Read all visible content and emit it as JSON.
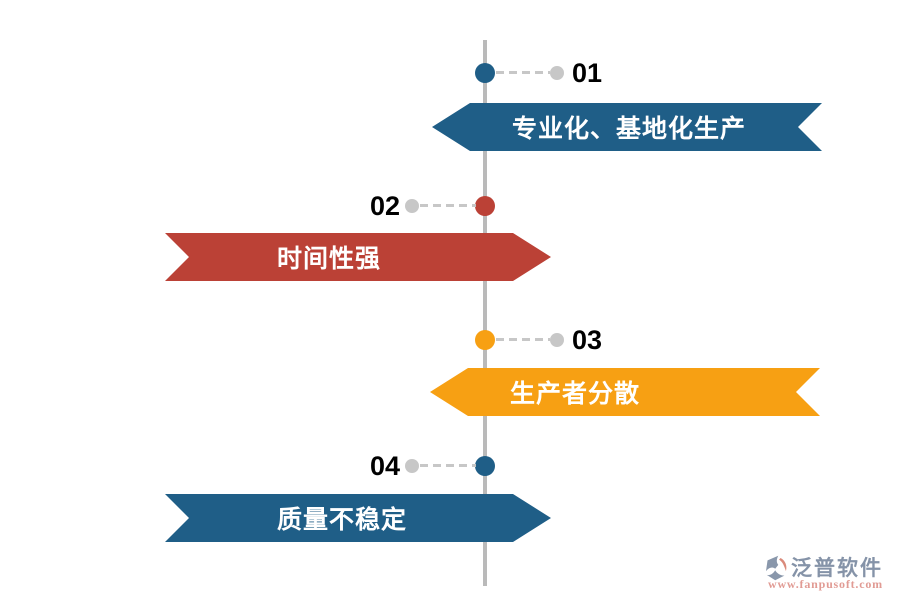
{
  "diagram": {
    "type": "vertical-timeline-infographic",
    "items": [
      {
        "number": "01",
        "label": "专业化、基地化生产",
        "side": "right",
        "color": "#1f5e87"
      },
      {
        "number": "02",
        "label": "时间性强",
        "side": "left",
        "color": "#bb4136"
      },
      {
        "number": "03",
        "label": "生产者分散",
        "side": "right",
        "color": "#f7a013"
      },
      {
        "number": "04",
        "label": "质量不稳定",
        "side": "left",
        "color": "#1f5e87"
      }
    ]
  },
  "watermark": {
    "brand": "泛普软件",
    "url": "www.fanpusoft.com"
  },
  "colors": {
    "blue": "#1f5e87",
    "red": "#bb4136",
    "orange": "#f7a013",
    "timeline_line": "#bababa",
    "connector_gray": "#c7c7c7",
    "number_text": "#000000",
    "ribbon_text": "#ffffff",
    "brand_text": "#8593a8",
    "url_text": "#e19b94"
  }
}
